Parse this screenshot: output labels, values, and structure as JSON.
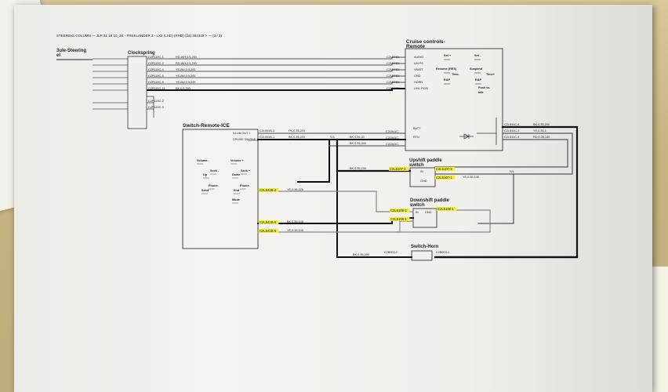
{
  "header": {
    "title": "STEERING COLUMN --- JLR 21 18 10_2E - FREELANDER 2 - LX2 (LHD) (RHD) (2a) 382339 > --- (3 / 3)"
  },
  "components": {
    "left_cut": "3ule-Steering\nel",
    "clockspring": "Clockspring",
    "cruise": "Cruise controls-\nRemote",
    "switch_remote_ice": "Switch-Remote-ICE",
    "upshift": "Upshift paddle\nswitch",
    "downshift": "Downshift paddle\nswitch",
    "horn": "Switch-Horn"
  },
  "clock_pins": [
    "C2R115C-1",
    "C2R115C-2",
    "C2R115C-4",
    "C2R115C-5",
    "C2R115C-6",
    "C2R115C-11",
    "C2R115C-2",
    "C2R115C-3"
  ],
  "clock_wires": [
    "RD-WH,0.5,200",
    "RD-WH,0.5,200",
    "YE-BU,0.5,200",
    "YE-BU,0.5,200",
    "YE-BU,0.5,200",
    "BK,0.5,200"
  ],
  "cruise_pins_in": [
    "C2L541D-",
    "C2L541D-",
    "C2L541D-",
    "C2L541D-",
    "C2L541D-",
    "C2L541D-"
  ],
  "cruise_labels": [
    "AUDIO",
    "LIN PC",
    "VBATT",
    "GND",
    "HORN",
    "LIN1 RCM"
  ],
  "cruise_buttons": [
    "Set +",
    "Set -",
    "Resume (RES)",
    "Suspend",
    "Time-",
    "Time+",
    "RAP",
    "RAP",
    "Push to-",
    "talk"
  ],
  "cruise_batt": [
    "BATT",
    "RTN"
  ],
  "cruise_pins_b": [
    "C2L541C-",
    "C2L541C-",
    "C2L541C-"
  ],
  "cruise_out_pins": [
    "C2L541C-6",
    "C2L541C-3",
    "C2L541C-4"
  ],
  "cruise_out_wires": [
    "BK,0.35,200",
    "YE,0.35,1",
    "RD,0.35,140"
  ],
  "ice_pins": [
    "C2L541B-3",
    "C2L541B-1"
  ],
  "ice_labels": [
    "ILLUM OUT 1",
    "CRUISE SW GND"
  ],
  "ice_wires": [
    "PK,0.35,220",
    "BK,0.35,220"
  ],
  "ice_buttons": [
    "Volume -",
    "Volume +",
    "Seek -",
    "Seek +",
    "Up",
    "Down",
    "Phone-",
    "Phone-",
    "Send",
    "End",
    "Mode"
  ],
  "splice": [
    "S/1",
    "S/1"
  ],
  "mid_wires": [
    "BK,0.35,20",
    "BK,0.35,240",
    "BK,0.35,340"
  ],
  "up_pins": [
    "C2L5107-2",
    "C2L5107-1"
  ],
  "up_labels": [
    "IN",
    "GND"
  ],
  "up_wires": [
    "BK,0.35,150",
    "YE,0.35,135"
  ],
  "ice_pin_mode": "C2L541B-4",
  "ice_mode_wire": "YE,0.35,225",
  "down_pins": [
    "C2L5108-2",
    "C2L5108-1"
  ],
  "down_labels": [
    "IN",
    "GND"
  ],
  "down_rpin": "C2L5108-1",
  "ice_low_pins": [
    "C2L541B-6",
    "C2L541B-5"
  ],
  "ice_low_wires": [
    "BK,0.35,140",
    "YE,0.35,140"
  ],
  "horn_pins": [
    "C2B903-2",
    "C2B903-1"
  ],
  "horn_wire": "BK,0.35,290",
  "colors": {
    "sheet": "#f2f1ec",
    "folder": "#c8b98e",
    "highlight": "#eeee3a",
    "ink": "#222222"
  }
}
